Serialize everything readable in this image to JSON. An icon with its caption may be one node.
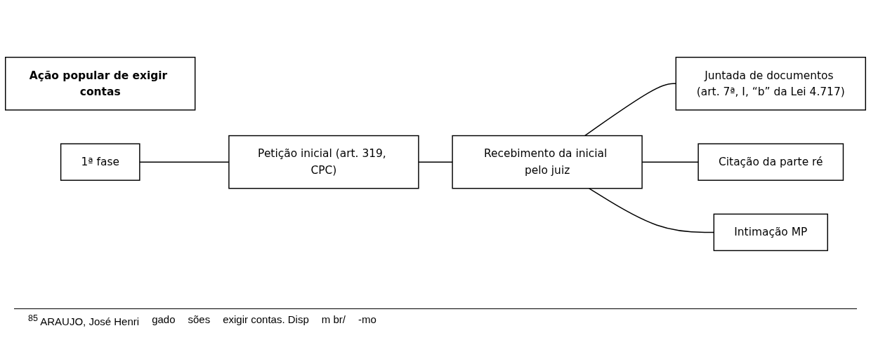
{
  "diagram": {
    "nodes": [
      {
        "text": [
          "Ação popular de exigir contas"
        ]
      },
      {
        "text": [
          "1ª fase"
        ]
      },
      {
        "text": [
          "Petição inicial (art. 319, CPC)"
        ]
      },
      {
        "text": [
          "Recebimento da inicial pelo juiz"
        ]
      },
      {
        "text": [
          "Juntada de documentos (art. 7ª, I, “b” da Lei 4.717)"
        ]
      },
      {
        "text": [
          "Citação da parte ré"
        ]
      },
      {
        "text": [
          "Intimação MP"
        ]
      }
    ],
    "edges": [
      {
        "from": 1,
        "to": 2,
        "arrow": "none"
      },
      {
        "from": 2,
        "to": 3,
        "arrow": "none"
      },
      {
        "from": 3,
        "to": 4,
        "arrow": "none"
      },
      {
        "from": 3,
        "to": 5,
        "arrow": "none"
      },
      {
        "from": 3,
        "to": 6,
        "arrow": "none"
      }
    ],
    "labels": [
      "$^{85}$ ARAUJO, José Henri",
      "gado",
      "sões",
      "exigir contas. Disp",
      "m br/",
      "-mo"
    ]
  }
}
